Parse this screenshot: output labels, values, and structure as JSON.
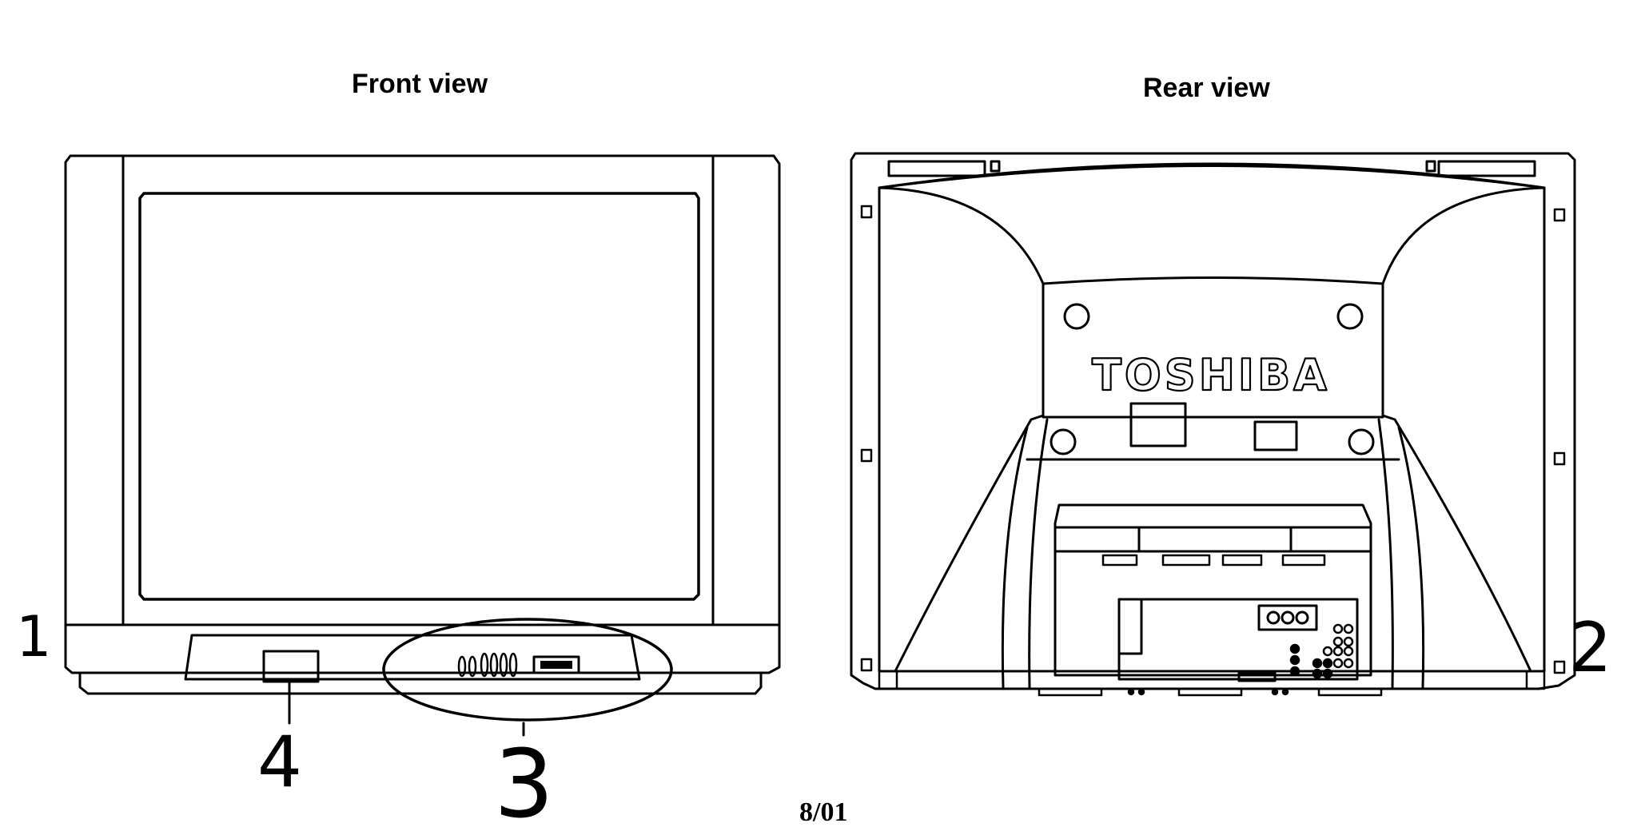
{
  "titles": {
    "front": "Front view",
    "rear": "Rear view"
  },
  "callouts": {
    "c1": "1",
    "c2": "2",
    "c3": "3",
    "c4": "4"
  },
  "brand": "TOSHIBA",
  "date_code": "8/01"
}
